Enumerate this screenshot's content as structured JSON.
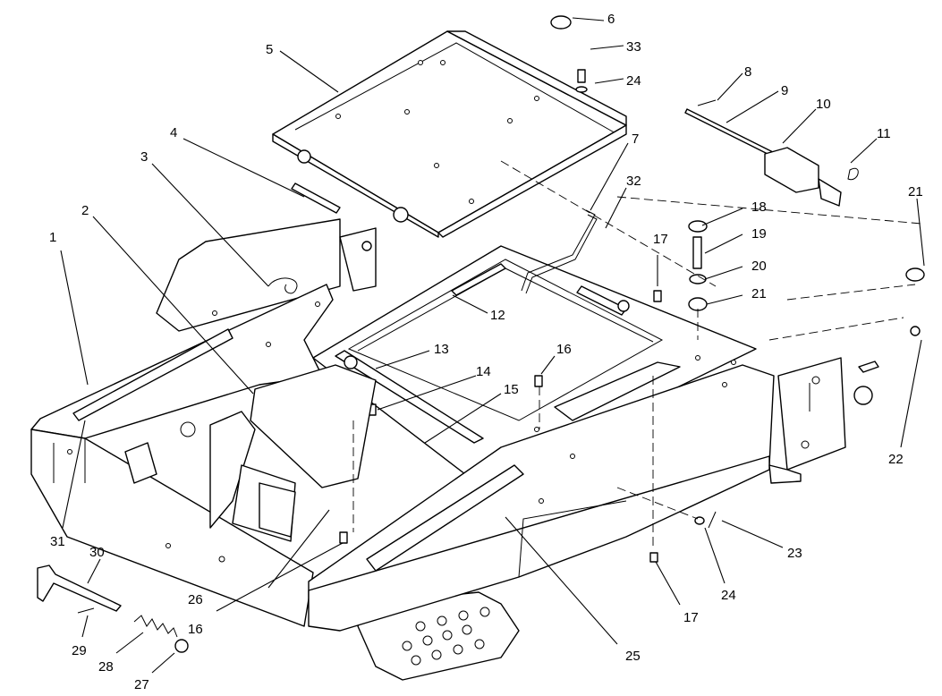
{
  "callouts": [
    {
      "id": "c1",
      "text": "1"
    },
    {
      "id": "c2",
      "text": "2"
    },
    {
      "id": "c3",
      "text": "3"
    },
    {
      "id": "c4",
      "text": "4"
    },
    {
      "id": "c5",
      "text": "5"
    },
    {
      "id": "c6",
      "text": "6"
    },
    {
      "id": "c7",
      "text": "7"
    },
    {
      "id": "c8",
      "text": "8"
    },
    {
      "id": "c9",
      "text": "9"
    },
    {
      "id": "c10",
      "text": "10"
    },
    {
      "id": "c11",
      "text": "11"
    },
    {
      "id": "c12",
      "text": "12"
    },
    {
      "id": "c13",
      "text": "13"
    },
    {
      "id": "c14",
      "text": "14"
    },
    {
      "id": "c15",
      "text": "15"
    },
    {
      "id": "c16a",
      "text": "16"
    },
    {
      "id": "c16b",
      "text": "16"
    },
    {
      "id": "c17a",
      "text": "17"
    },
    {
      "id": "c17b",
      "text": "17"
    },
    {
      "id": "c18",
      "text": "18"
    },
    {
      "id": "c19",
      "text": "19"
    },
    {
      "id": "c20",
      "text": "20"
    },
    {
      "id": "c21a",
      "text": "21"
    },
    {
      "id": "c21b",
      "text": "21"
    },
    {
      "id": "c22",
      "text": "22"
    },
    {
      "id": "c23",
      "text": "23"
    },
    {
      "id": "c24a",
      "text": "24"
    },
    {
      "id": "c24b",
      "text": "24"
    },
    {
      "id": "c25",
      "text": "25"
    },
    {
      "id": "c26",
      "text": "26"
    },
    {
      "id": "c27",
      "text": "27"
    },
    {
      "id": "c28",
      "text": "28"
    },
    {
      "id": "c29",
      "text": "29"
    },
    {
      "id": "c30",
      "text": "30"
    },
    {
      "id": "c31",
      "text": "31"
    },
    {
      "id": "c32",
      "text": "32"
    },
    {
      "id": "c33",
      "text": "33"
    }
  ]
}
